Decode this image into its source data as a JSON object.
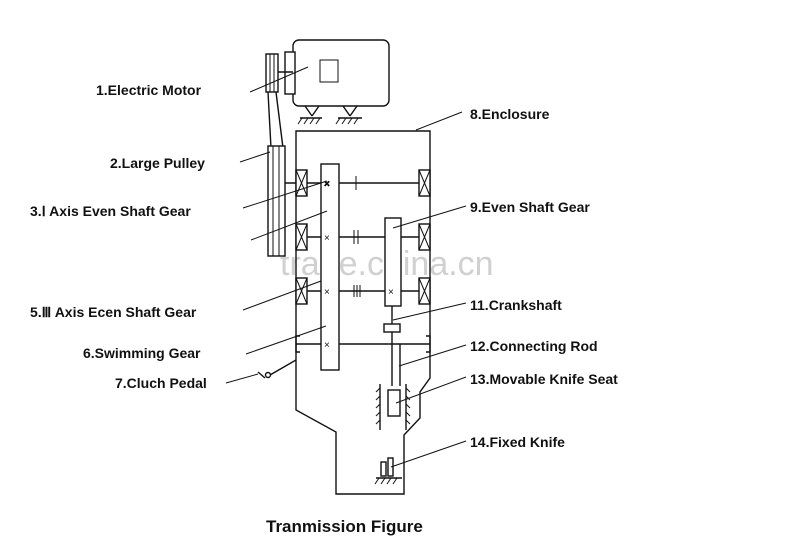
{
  "diagram": {
    "caption": "Tranmission Figure",
    "watermark": "trade.china.cn",
    "labels_left": [
      "1.Electric Motor",
      "2.Large Pulley",
      "3.Ⅰ Axis Even Shaft Gear",
      "5.Ⅲ Axis Ecen Shaft Gear",
      "6.Swimming Gear",
      "7.Cluch Pedal"
    ],
    "labels_right": [
      "8.Enclosure",
      "9.Even Shaft Gear",
      "11.Crankshaft",
      "12.Connecting Rod",
      "13.Movable Knife Seat",
      "14.Fixed Knife"
    ]
  }
}
